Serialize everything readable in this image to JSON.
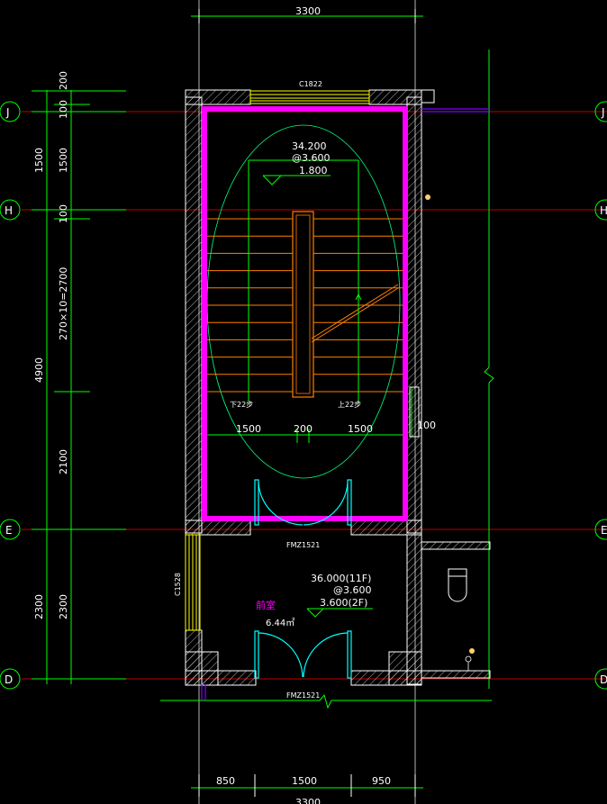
{
  "dims": {
    "top_total": "3300",
    "bottom_total": "3300",
    "bottom_left": "850",
    "bottom_mid": "1500",
    "bottom_right": "950",
    "stair_left": "1500",
    "stair_mid": "200",
    "stair_right": "1500",
    "right_100": "100",
    "left_outer": [
      "200",
      "1500",
      "4900",
      "2300"
    ],
    "left_inner": [
      "100",
      "1500",
      "100",
      "270×10=2700",
      "2100",
      "2300"
    ]
  },
  "axes": {
    "J": "J",
    "H": "H",
    "E": "E",
    "D": "D"
  },
  "labels": {
    "window_top": "C1822",
    "window_left": "C1528",
    "door_upper": "FMZ1521",
    "door_lower": "FMZ1521",
    "room_name": "前室",
    "room_area": "6.44㎡",
    "stair_down": "下22步",
    "stair_up": "上22步"
  },
  "levels": {
    "stair": [
      "34.200",
      "@3.600",
      "1.800"
    ],
    "room": [
      "36.000(11F)",
      "@3.600",
      "3.600(2F)"
    ]
  },
  "colors": {
    "background": "#000000",
    "dimension": "#00ff00",
    "axis_line": "#ff0000",
    "wall": "#ffffff",
    "hatch": "#ffffff",
    "highlight": "#ff00ff",
    "stair_tread": "#ff8000",
    "door": "#00ffff",
    "window": "#ffff00",
    "landing": "#00ff7f",
    "purple": "#8000ff"
  }
}
